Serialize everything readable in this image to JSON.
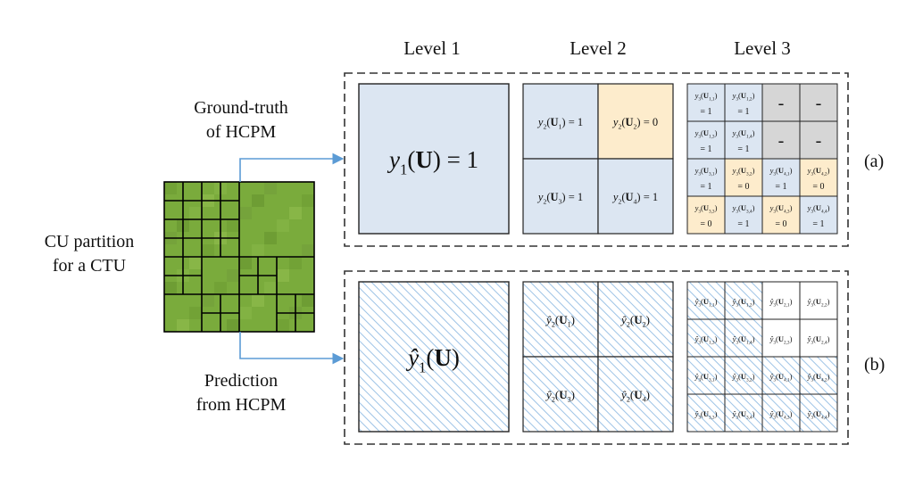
{
  "colors": {
    "blue_fill": "#dce6f2",
    "orange_fill": "#fdeccc",
    "gray_fill": "#d6d6d6",
    "arrow": "#5b9bd5",
    "hatch": "#9dc3e6",
    "grass": "#7aab3c"
  },
  "levels": [
    "Level 1",
    "Level 2",
    "Level 3"
  ],
  "left_label": {
    "line1": "CU partition",
    "line2": "for a CTU"
  },
  "gt_label": {
    "line1": "Ground-truth",
    "line2": "of HCPM"
  },
  "pred_label": {
    "line1": "Prediction",
    "line2": "from HCPM"
  },
  "panel_a": {
    "tag": "(a)",
    "level1": {
      "lhs": "y",
      "sub": "1",
      "arg": "U",
      "value": "1"
    },
    "level2": [
      {
        "sub": "2",
        "idx": "1",
        "value": "1",
        "state": "split"
      },
      {
        "sub": "2",
        "idx": "2",
        "value": "0",
        "state": "nosplit"
      },
      {
        "sub": "2",
        "idx": "3",
        "value": "1",
        "state": "split"
      },
      {
        "sub": "2",
        "idx": "4",
        "value": "1",
        "state": "split"
      }
    ],
    "level3": [
      {
        "idx": "1,1",
        "value": "1",
        "state": "split"
      },
      {
        "idx": "1,2",
        "value": "1",
        "state": "split"
      },
      {
        "idx": "",
        "value": "-",
        "state": "null"
      },
      {
        "idx": "",
        "value": "-",
        "state": "null"
      },
      {
        "idx": "1,3",
        "value": "1",
        "state": "split"
      },
      {
        "idx": "1,4",
        "value": "1",
        "state": "split"
      },
      {
        "idx": "",
        "value": "-",
        "state": "null"
      },
      {
        "idx": "",
        "value": "-",
        "state": "null"
      },
      {
        "idx": "3,1",
        "value": "1",
        "state": "split"
      },
      {
        "idx": "3,2",
        "value": "0",
        "state": "nosplit"
      },
      {
        "idx": "4,1",
        "value": "1",
        "state": "split"
      },
      {
        "idx": "4,2",
        "value": "0",
        "state": "nosplit"
      },
      {
        "idx": "3,3",
        "value": "0",
        "state": "nosplit"
      },
      {
        "idx": "3,4",
        "value": "1",
        "state": "split"
      },
      {
        "idx": "4,3",
        "value": "0",
        "state": "nosplit"
      },
      {
        "idx": "4,4",
        "value": "1",
        "state": "split"
      }
    ]
  },
  "panel_b": {
    "tag": "(b)",
    "level1": {
      "lhs": "y",
      "sub": "1",
      "arg": "U"
    },
    "level2": [
      {
        "sub": "2",
        "idx": "1"
      },
      {
        "sub": "2",
        "idx": "2"
      },
      {
        "sub": "2",
        "idx": "3"
      },
      {
        "sub": "2",
        "idx": "4"
      }
    ],
    "level3": [
      {
        "idx": "1,1",
        "hatched": true
      },
      {
        "idx": "1,2",
        "hatched": true
      },
      {
        "idx": "2,1",
        "hatched": false
      },
      {
        "idx": "2,2",
        "hatched": false
      },
      {
        "idx": "1,3",
        "hatched": true
      },
      {
        "idx": "1,4",
        "hatched": true
      },
      {
        "idx": "2,3",
        "hatched": false
      },
      {
        "idx": "2,4",
        "hatched": false
      },
      {
        "idx": "3,1",
        "hatched": true
      },
      {
        "idx": "3,2",
        "hatched": true
      },
      {
        "idx": "4,1",
        "hatched": true
      },
      {
        "idx": "4,2",
        "hatched": true
      },
      {
        "idx": "3,3",
        "hatched": true
      },
      {
        "idx": "3,4",
        "hatched": true
      },
      {
        "idx": "4,3",
        "hatched": true
      },
      {
        "idx": "4,4",
        "hatched": true
      }
    ]
  }
}
